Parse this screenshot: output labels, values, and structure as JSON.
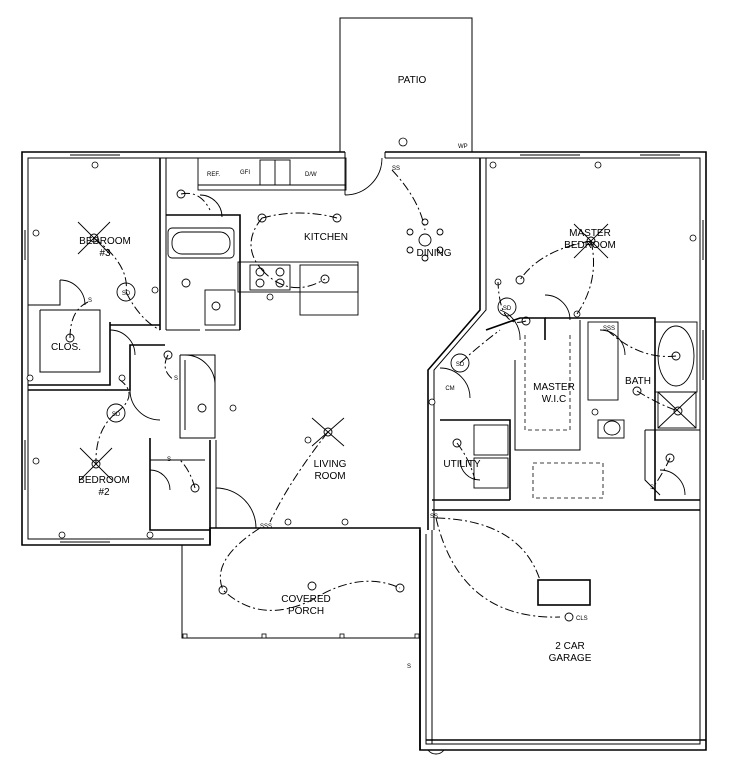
{
  "rooms": {
    "patio": "PATIO",
    "kitchen": "KITCHEN",
    "dining": "DINING",
    "bedroom3_l1": "BEDROOM",
    "bedroom3_l2": "#3",
    "clos": "CLOS.",
    "bedroom2_l1": "BEDROOM",
    "bedroom2_l2": "#2",
    "living_l1": "LIVING",
    "living_l2": "ROOM",
    "master_bed_l1": "MASTER",
    "master_bed_l2": "BEDROOM",
    "master_wic_l1": "MASTER",
    "master_wic_l2": "W.I.C",
    "bath": "BATH",
    "utility": "UTILITY",
    "porch_l1": "COVERED",
    "porch_l2": "PORCH",
    "garage_l1": "2 CAR",
    "garage_l2": "GARAGE"
  },
  "symbols": {
    "smoke": "SD",
    "cm": "CM",
    "cls": "CLS",
    "ref": "REF.",
    "dw": "D/W",
    "wp": "WP",
    "gfi": "GFI",
    "switch_s": "S",
    "switch_ss": "SS",
    "switch_sss": "SSS"
  }
}
